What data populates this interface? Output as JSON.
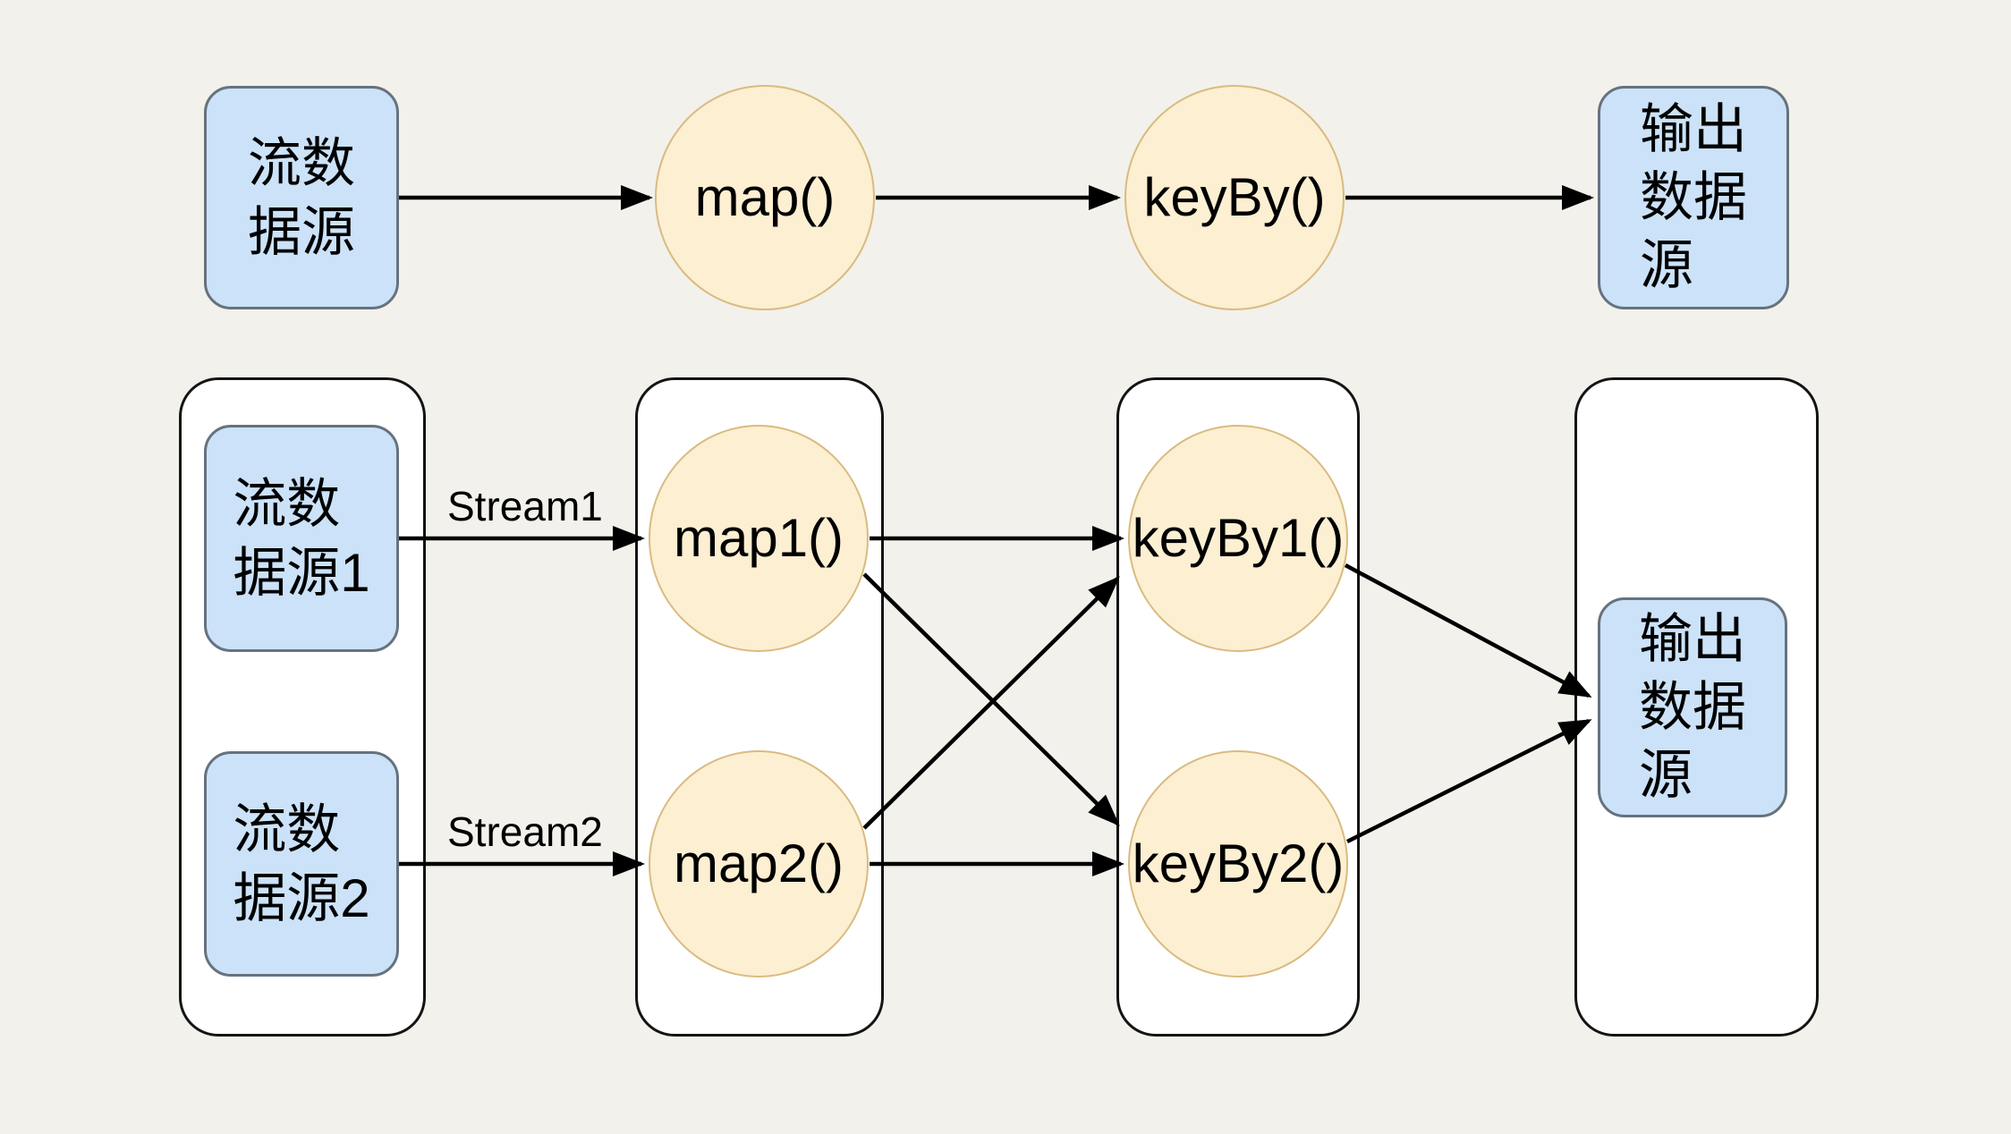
{
  "diagram": {
    "background": "#f2f1eb",
    "palette": {
      "source_fill": "#cbe2f8",
      "source_border": "#66727e",
      "operator_fill": "#fcefd2",
      "operator_border": "#d9bb80",
      "container_fill": "#ffffff",
      "container_border": "#141414",
      "arrow_color": "#000000"
    },
    "top_flow": {
      "source_label": "流数\n据源",
      "map_label": "map()",
      "keyby_label": "keyBy()",
      "sink_label": "输出\n数据\n源"
    },
    "bottom_flow": {
      "source1_label": "流数\n据源1",
      "source2_label": "流数\n据源2",
      "stream1_label": "Stream1",
      "stream2_label": "Stream2",
      "map1_label": "map1()",
      "map2_label": "map2()",
      "keyby1_label": "keyBy1()",
      "keyby2_label": "keyBy2()",
      "sink_label": "输出\n数据\n源"
    }
  }
}
